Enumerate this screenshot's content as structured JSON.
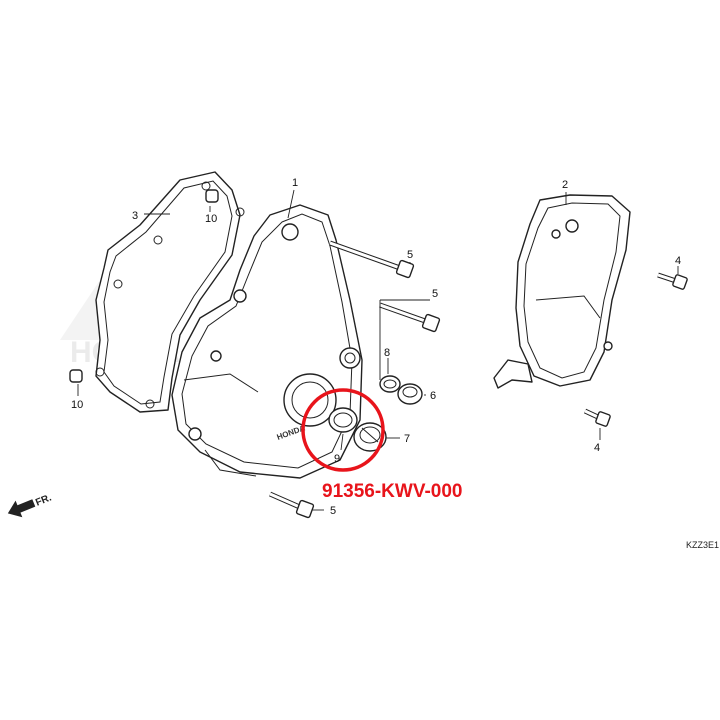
{
  "diagram": {
    "part_number": "91356-KWV-000",
    "diagram_code": "KZZ3E1",
    "front_label": "FR.",
    "brand_watermark": "HONDA",
    "highlight_color": "#e8141b",
    "callouts": {
      "c1": "1",
      "c2": "2",
      "c3": "3",
      "c4a": "4",
      "c4b": "4",
      "c5a": "5",
      "c5b": "5",
      "c5c": "5",
      "c6": "6",
      "c7": "7",
      "c8": "8",
      "c9": "9",
      "c10a": "10",
      "c10b": "10"
    }
  }
}
